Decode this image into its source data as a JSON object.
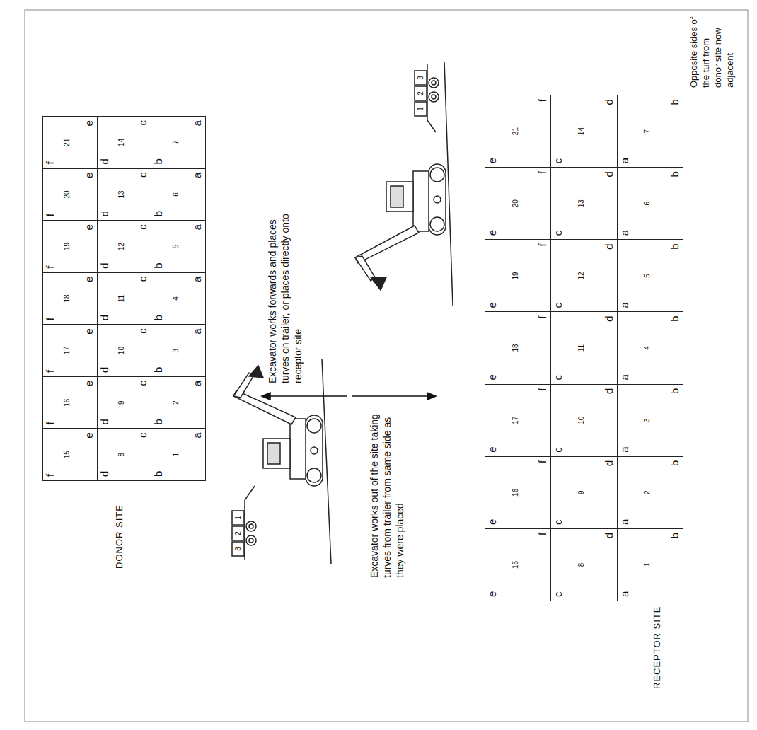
{
  "diagram": {
    "nodes": [
      {
        "text": [
          "f",
          "15",
          "e"
        ]
      },
      {
        "text": [
          "f",
          "16",
          "e"
        ]
      },
      {
        "text": [
          "f",
          "17",
          "e"
        ]
      },
      {
        "text": [
          "f",
          "18",
          "e"
        ]
      },
      {
        "text": [
          "f",
          "19",
          "e"
        ]
      },
      {
        "text": [
          "f",
          "20",
          "e"
        ]
      },
      {
        "text": [
          "f",
          "21",
          "e"
        ]
      },
      {
        "text": [
          "d",
          "8",
          "c"
        ]
      },
      {
        "text": [
          "d",
          "9",
          "c"
        ]
      },
      {
        "text": [
          "d",
          "10",
          "c"
        ]
      },
      {
        "text": [
          "d",
          "11",
          "c"
        ]
      },
      {
        "text": [
          "d",
          "12",
          "c"
        ]
      },
      {
        "text": [
          "d",
          "13",
          "c"
        ]
      },
      {
        "text": [
          "d",
          "14",
          "c"
        ]
      },
      {
        "text": [
          "b",
          "1",
          "a"
        ]
      },
      {
        "text": [
          "b",
          "2",
          "a"
        ]
      },
      {
        "text": [
          "b",
          "3",
          "a"
        ]
      },
      {
        "text": [
          "b",
          "4",
          "a"
        ]
      },
      {
        "text": [
          "b",
          "5",
          "a"
        ]
      },
      {
        "text": [
          "b",
          "6",
          "a"
        ]
      },
      {
        "text": [
          "b",
          "7",
          "a"
        ]
      },
      {
        "text": [
          "e",
          "15",
          "f"
        ]
      },
      {
        "text": [
          "e",
          "16",
          "f"
        ]
      },
      {
        "text": [
          "e",
          "17",
          "f"
        ]
      },
      {
        "text": [
          "e",
          "18",
          "f"
        ]
      },
      {
        "text": [
          "e",
          "19",
          "f"
        ]
      },
      {
        "text": [
          "e",
          "20",
          "f"
        ]
      },
      {
        "text": [
          "e",
          "21",
          "f"
        ]
      },
      {
        "text": [
          "c",
          "8",
          "d"
        ]
      },
      {
        "text": [
          "c",
          "9",
          "d"
        ]
      },
      {
        "text": [
          "c",
          "10",
          "d"
        ]
      },
      {
        "text": [
          "c",
          "11",
          "d"
        ]
      },
      {
        "text": [
          "c",
          "12",
          "d"
        ]
      },
      {
        "text": [
          "c",
          "13",
          "d"
        ]
      },
      {
        "text": [
          "c",
          "14",
          "d"
        ]
      },
      {
        "text": [
          "a",
          "1",
          "b"
        ]
      },
      {
        "text": [
          "a",
          "2",
          "b"
        ]
      },
      {
        "text": [
          "a",
          "3",
          "b"
        ]
      },
      {
        "text": [
          "a",
          "4",
          "b"
        ]
      },
      {
        "text": [
          "a",
          "5",
          "b"
        ]
      },
      {
        "text": [
          "a",
          "6",
          "b"
        ]
      },
      {
        "text": [
          "a",
          "7",
          "b"
        ]
      }
    ],
    "labels": [
      "DONOR SITE",
      "Excavator works forwards and places turves on trailer, or places directly onto receptor site",
      "3",
      "2",
      "1",
      "Excavator works out of the site taking turves from trailer from same side as they were placed",
      "1",
      "2",
      "3",
      "Opposite sides of the turf from donor site now adjacent",
      "RECEPTOR SITE"
    ]
  }
}
